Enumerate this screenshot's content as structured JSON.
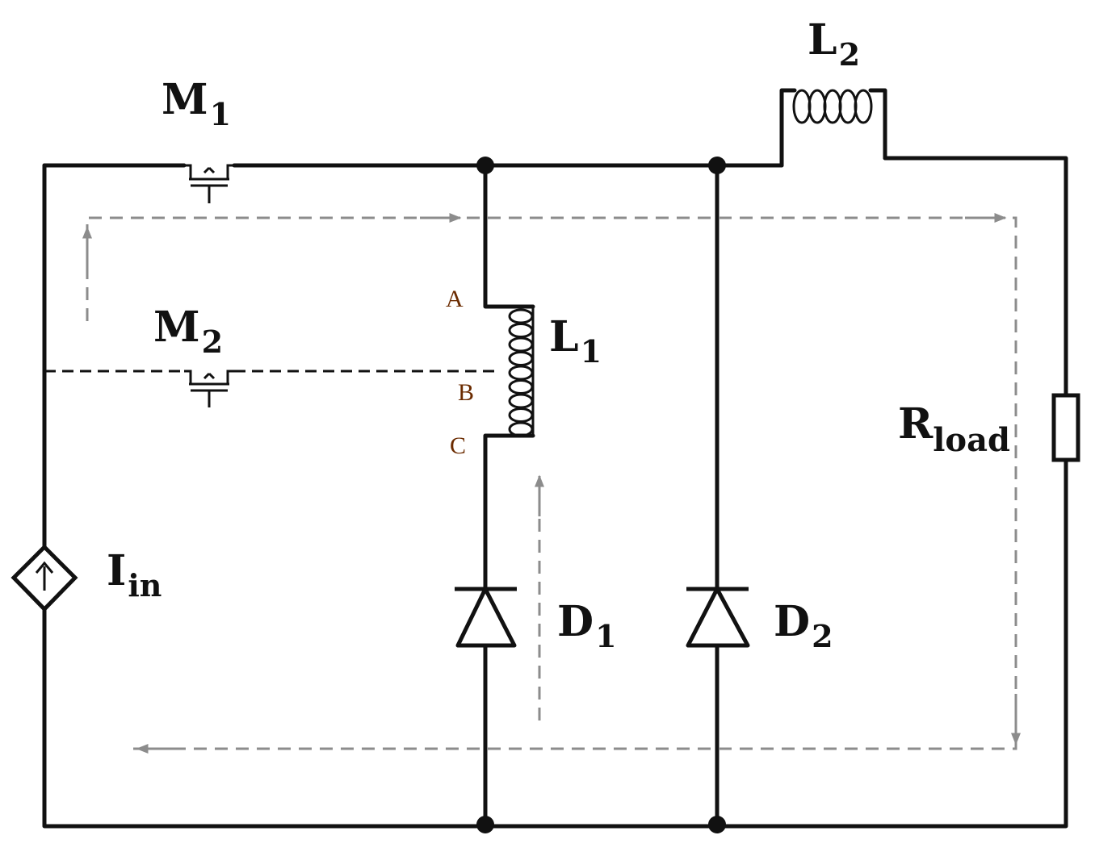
{
  "components": {
    "m1": {
      "label": "M",
      "sub": "1"
    },
    "m2": {
      "label": "M",
      "sub": "2"
    },
    "l1": {
      "label": "L",
      "sub": "1"
    },
    "l2": {
      "label": "L",
      "sub": "2"
    },
    "d1": {
      "label": "D",
      "sub": "1"
    },
    "d2": {
      "label": "D",
      "sub": "2"
    },
    "rload": {
      "label": "R",
      "sub": "load"
    },
    "iin": {
      "label": "I",
      "sub": "in"
    }
  },
  "taps": {
    "a": "A",
    "b": "B",
    "c": "C"
  },
  "colors": {
    "wire": "#111111",
    "current_path": "#8c8c8c",
    "tap_label": "#6b2b00"
  }
}
